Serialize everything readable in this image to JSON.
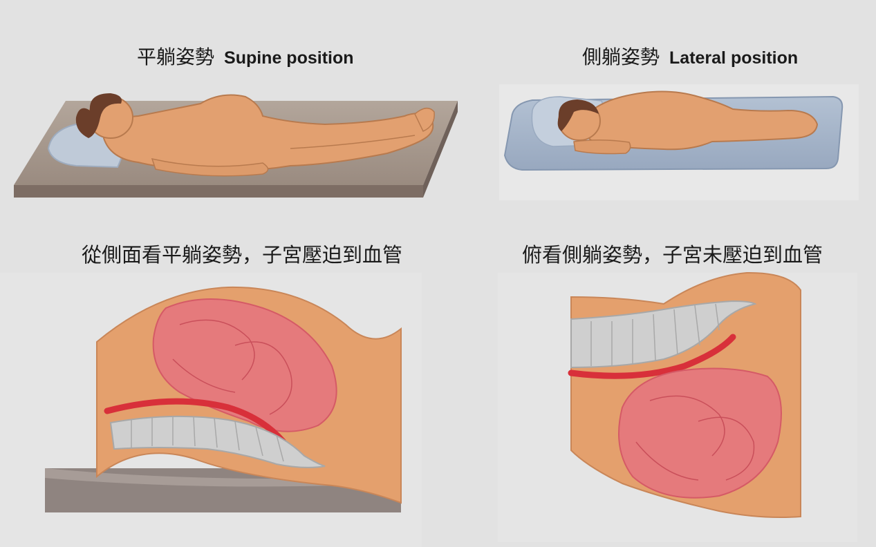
{
  "captions": {
    "supine": {
      "zh": "平躺姿勢",
      "en": "Supine position"
    },
    "lateral": {
      "zh": "側躺姿勢",
      "en": "Lateral position"
    },
    "side_view": "從側面看平躺姿勢，子宮壓迫到血管",
    "top_view": "俯看側躺姿勢，子宮未壓迫到血管"
  },
  "colors": {
    "background": "#e2e2e2",
    "skin": "#e2a070",
    "skin_shadow": "#c98658",
    "uterus": "#e57a7c",
    "uterus_outline": "#d55a66",
    "blood_vessel": "#d8303a",
    "spine": "#d0d0d0",
    "mat_gray": "#8c7d75",
    "mat_blue": "#a9b7ca",
    "hair": "#6b3e2a"
  }
}
